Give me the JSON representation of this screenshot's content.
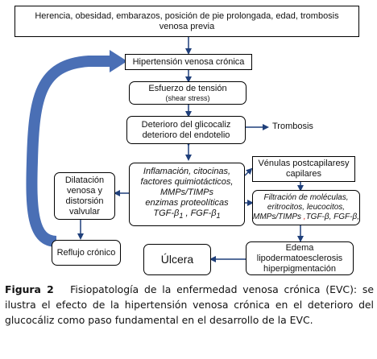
{
  "nodes": {
    "risk_factors": {
      "line1": "Herencia, obesidad, embarazos, posición de pie prolongada, edad,  trombosis",
      "line2": "venosa previa"
    },
    "hypertension": "Hipertensión venosa crónica",
    "shear": {
      "title": "Esfuerzo de tensión",
      "sub": "(shear stress)"
    },
    "glycocalyx": {
      "line1": "Deterioro del glicocaliz",
      "line2": "deterioro del endotelio"
    },
    "thrombosis": "Trombosis",
    "inflammation": {
      "l1": "Inflamación, citocinas,",
      "l2": "factores quimiotácticos,",
      "l3": "MMPs/TIMPs",
      "l4": "enzimas proteolíticas",
      "l5a": "TGF-β",
      "l5b": "1",
      "l5c": " , FGF-β",
      "l5d": "1"
    },
    "venules": {
      "line1": "Vénulas postcapilaresy",
      "line2": "capilares"
    },
    "filtration": {
      "l1": "Filtración de moléculas,",
      "l2": "eritrocitos, leucocitos,",
      "l3a": "MMPs/TIMPs",
      "l3b": " ,",
      "l3c": "TGF-β, FGF-β,"
    },
    "dilatation": {
      "l1": "Dilatación",
      "l2": "venosa y",
      "l3": "distorsión",
      "l4": "valvular"
    },
    "reflux": "Reflujo crónico",
    "ulcer": "Úlcera",
    "edema": {
      "l1": "Edema",
      "l2": "lipodermatoesclerosis",
      "l3": "hiperpigmentación"
    }
  },
  "caption": {
    "label": "Figura 2",
    "text": "Fisiopatología de la enfermedad venosa crónica (EVC): se ilustra el efecto de la hipertensión venosa crónica en el deterioro del glucocáliz como paso fundamental en el desarrollo de la EVC."
  },
  "colors": {
    "arrow": "#1f3f7a",
    "big_arrow": "#4a6fb5",
    "accent_red": "#dd1111"
  }
}
